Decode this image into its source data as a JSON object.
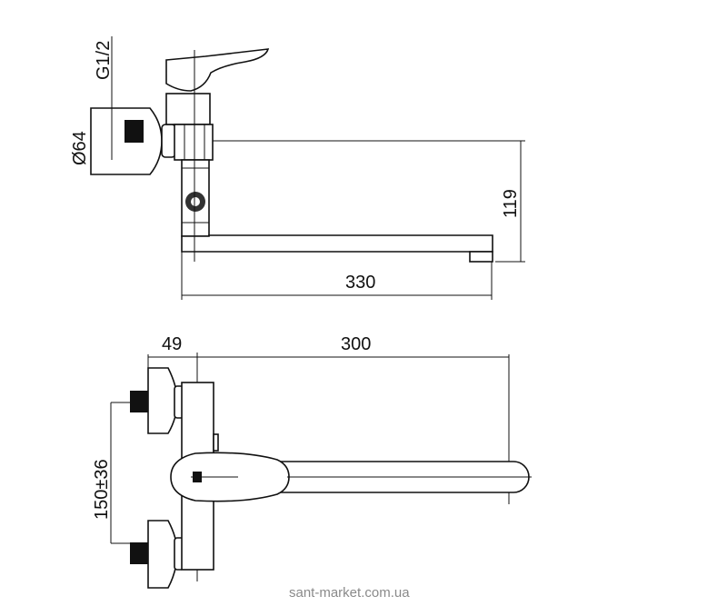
{
  "top_view": {
    "thread_label": "G1/2",
    "flange_diameter_label": "Ø64",
    "height_label": "119",
    "spout_length_label": "330"
  },
  "front_view": {
    "wall_offset_label": "49",
    "reach_label": "300",
    "inlet_spacing_label": "150±36"
  },
  "watermark": "sant-market.com.ua"
}
